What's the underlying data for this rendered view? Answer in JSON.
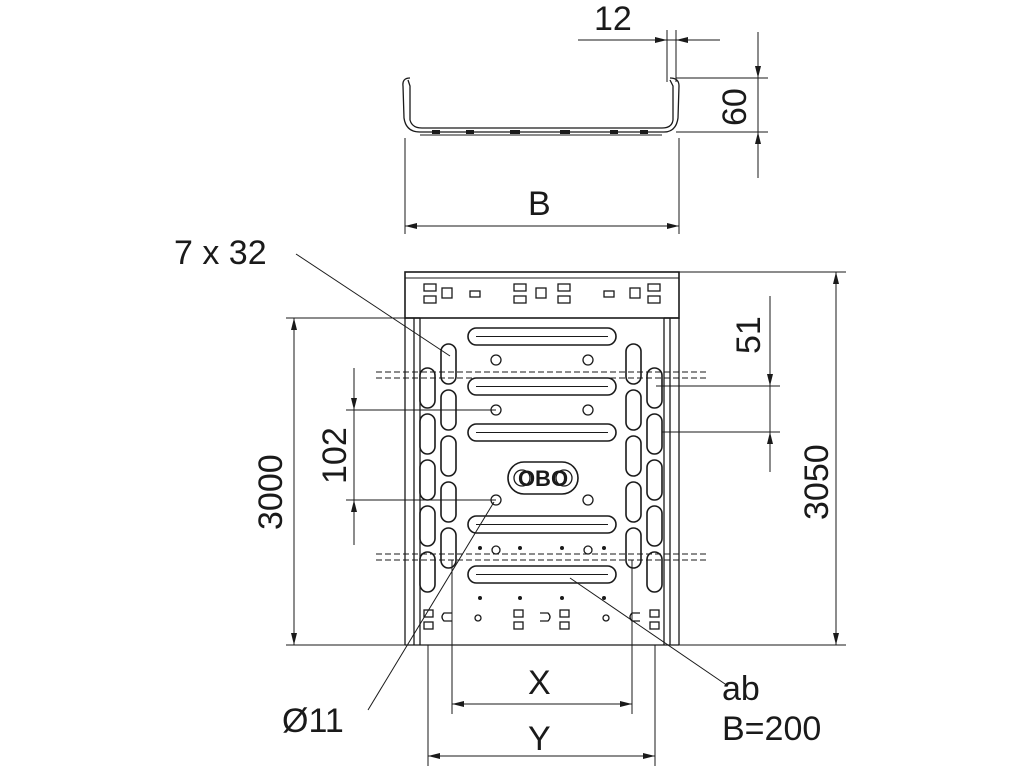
{
  "labels": {
    "dim_top_edge": "12",
    "dim_height": "60",
    "dim_width": "B",
    "holes": "7 x 32",
    "dim_pitch_51": "51",
    "dim_pitch_102": "102",
    "dim_length_3000": "3000",
    "dim_length_3050": "3050",
    "dim_x": "X",
    "dim_y": "Y",
    "hole_diameter": "Ø11",
    "note_from": "ab",
    "note_width": "B=200",
    "logo": "OBO"
  },
  "colors": {
    "line": "#1a1a1a",
    "background": "#ffffff"
  }
}
